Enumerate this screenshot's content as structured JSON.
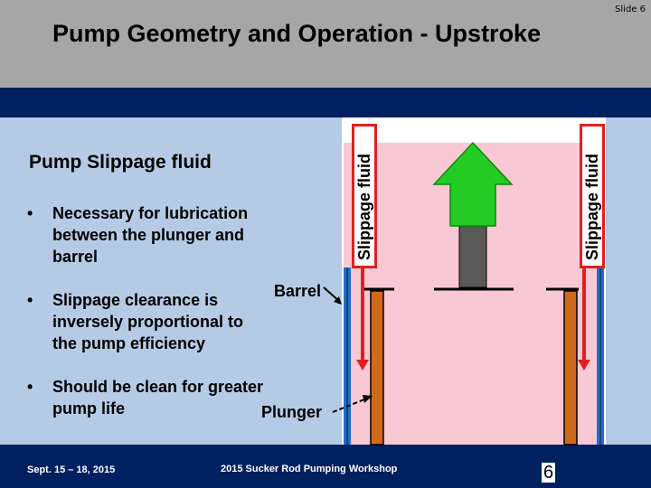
{
  "slide": {
    "number_label": "Slide 6",
    "title": "Pump Geometry and Operation - Upstroke",
    "subtitle": "Pump Slippage fluid",
    "bullets": [
      {
        "symbol": "•",
        "text": "Necessary for lubrication between the plunger and barrel"
      },
      {
        "symbol": "•",
        "text": "Slippage clearance is inversely proportional to the pump efficiency"
      },
      {
        "symbol": "•",
        "text": "Should be clean for greater pump life"
      }
    ]
  },
  "diagram": {
    "labels": {
      "barrel": "Barrel",
      "plunger": "Plunger",
      "slippage_left": "Slippage fluid",
      "slippage_right": "Slippage fluid"
    },
    "colors": {
      "fluid": "#f8c8d4",
      "barrel": "#1e6fd0",
      "plunger": "#d06a1a",
      "rod": "#595959",
      "arrow": "#22cc22",
      "slippage_arrow": "#e02020"
    }
  },
  "footer": {
    "date": "Sept. 15 – 18, 2015",
    "workshop": "2015 Sucker Rod Pumping Workshop",
    "page": "6"
  }
}
